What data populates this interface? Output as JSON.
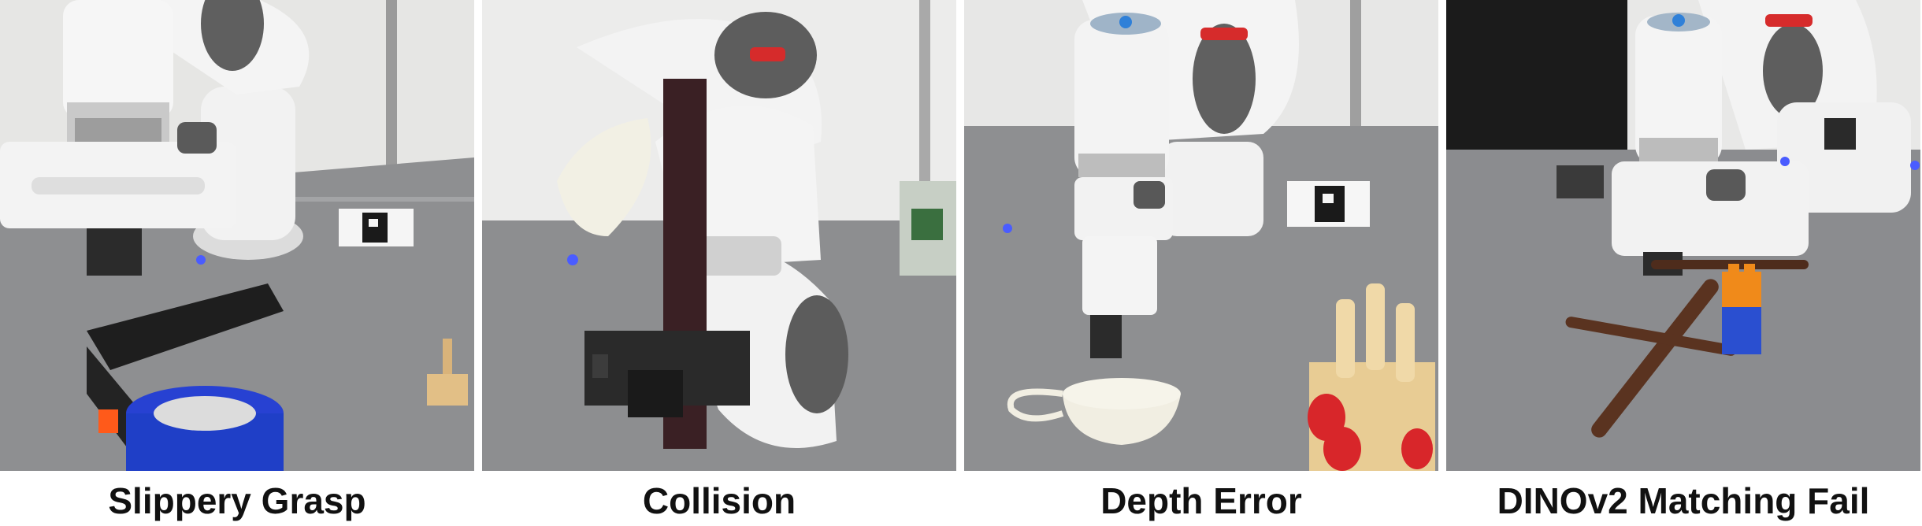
{
  "panels": [
    {
      "caption": "Slippery Grasp"
    },
    {
      "caption": "Collision"
    },
    {
      "caption": "Depth Error"
    },
    {
      "caption": "DINOv2 Matching Fail"
    }
  ],
  "colors": {
    "robot_white": "#f2f2f2",
    "robot_gray": "#6b6b6b",
    "table_gray": "#8e8f91",
    "wall": "#e9e9e8",
    "tape_blue": "#1f3fc7",
    "strap_red": "#d62b2b",
    "wood": "#e7c98f",
    "lego_orange": "#f08a1a",
    "lego_blue": "#2a4fd0"
  }
}
